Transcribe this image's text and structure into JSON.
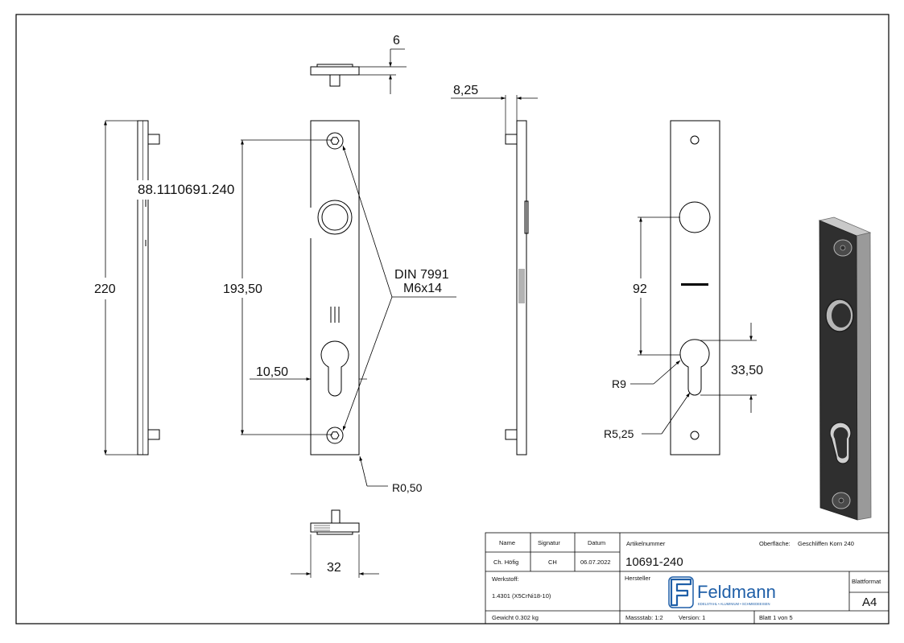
{
  "dimensions": {
    "thickness": "6",
    "offset": "8,25",
    "overall_height": "220",
    "hole_spacing": "193,50",
    "edge_offset": "10,50",
    "screw_line1": "DIN 7991",
    "screw_line2": "M6x14",
    "corner_radius": "R0,50",
    "width": "32",
    "center_distance": "92",
    "cylinder_height": "33,50",
    "radius_top": "R9",
    "radius_bottom": "R5,25"
  },
  "part_label": "88.1110691.240",
  "title_block": {
    "header_name": "Name",
    "header_signature": "Signatur",
    "header_date": "Datum",
    "name": "Ch. Höfig",
    "signature": "CH",
    "date": "06.07.2022",
    "article_label": "Artikelnummer",
    "article_number": "10691-240",
    "surface_label": "Oberfläche:",
    "surface_value": "Geschliffen Korn 240",
    "material_label": "Werkstoff:",
    "material_value": "1.4301 (X5CrNi18-10)",
    "manufacturer_label": "Hersteller",
    "company_name": "Feldmann",
    "company_tagline": "EDELSTAHL • ALUMINIUM • SCHMIEDEEISEN",
    "format_label": "Blattformat",
    "format_value": "A4",
    "weight": "Gewicht 0.302 kg",
    "scale": "Massstab: 1:2",
    "version": "Version: 1",
    "sheet": "Blatt 1 von 5"
  },
  "colors": {
    "line": "#000000",
    "render_dark": "#2f2f2f",
    "render_edge": "#8a8a8a",
    "brand": "#1f5fa8"
  }
}
